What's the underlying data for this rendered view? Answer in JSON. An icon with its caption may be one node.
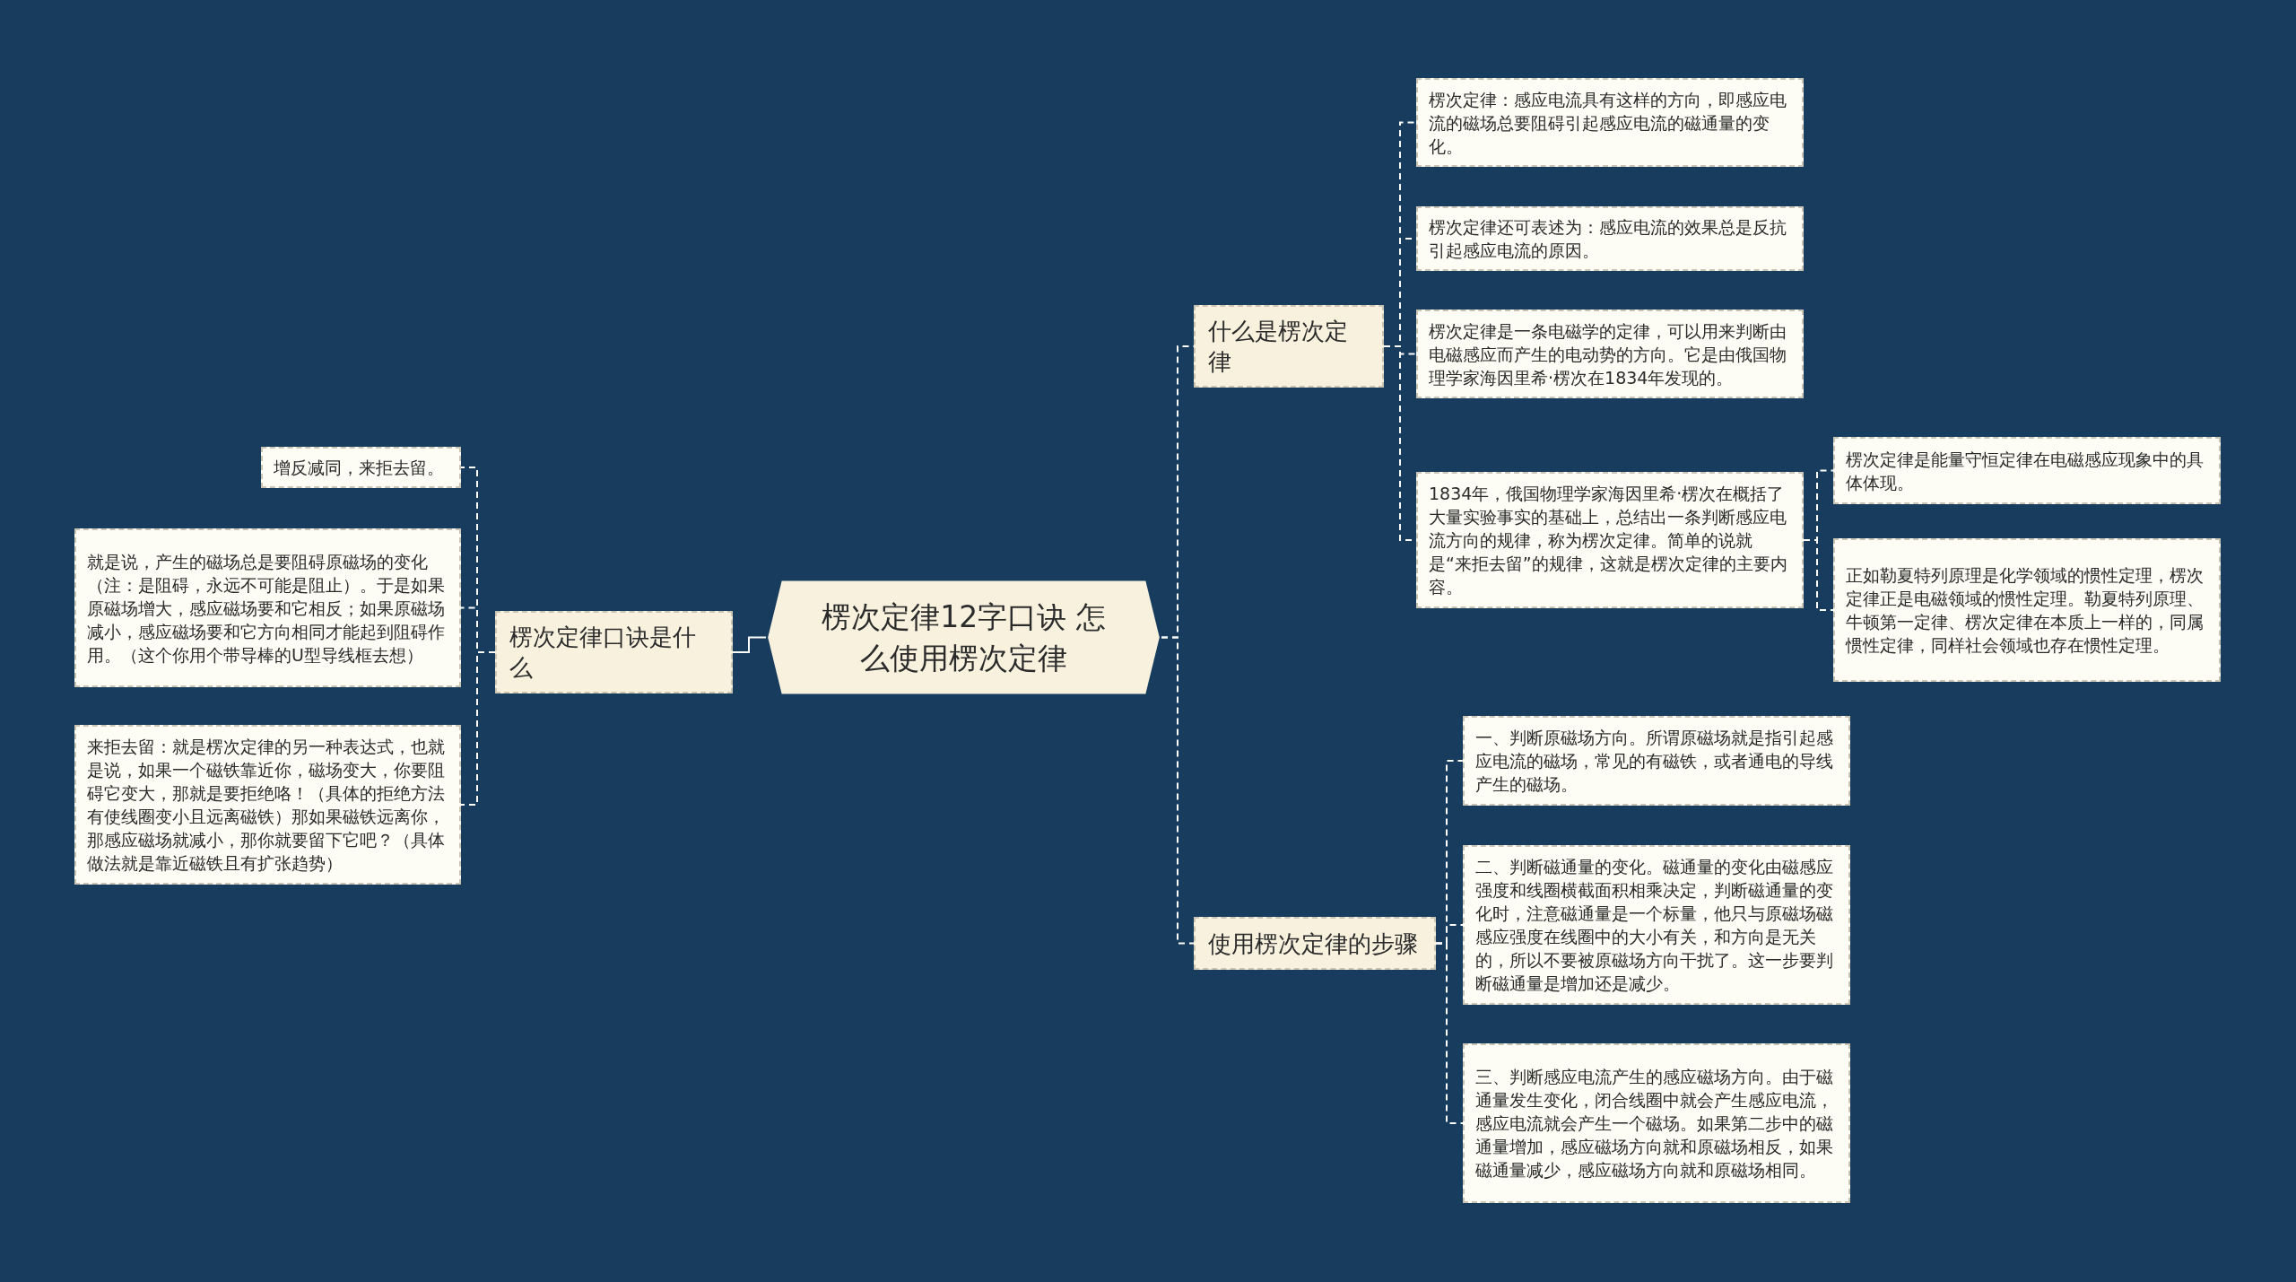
{
  "diagram": {
    "nodes": [
      {
        "text": [
          "楞次定律12字口诀 怎么使用楞次定律"
        ]
      },
      {
        "text": [
          "什么是楞次定律"
        ]
      },
      {
        "text": [
          "使用楞次定律的步骤"
        ]
      },
      {
        "text": [
          "楞次定律口诀是什么"
        ]
      },
      {
        "text": [
          "楞次定律：感应电流具有这样的方向，即感应电流的磁场总要阻碍引起感应电流的磁通量的变化。"
        ]
      },
      {
        "text": [
          "楞次定律还可表述为：感应电流的效果总是反抗引起感应电流的原因。"
        ]
      },
      {
        "text": [
          "楞次定律是一条电磁学的定律，可以用来判断由电磁感应而产生的电动势的方向。它是由俄国物理学家海因里希·楞次在1834年发现的。"
        ]
      },
      {
        "text": [
          "1834年，俄国物理学家海因里希·楞次在概括了大量实验事实的基础上，总结出一条判断感应电流方向的规律，称为楞次定律。简单的说就是“来拒去留”的规律，这就是楞次定律的主要内容。"
        ]
      },
      {
        "text": [
          "楞次定律是能量守恒定律在电磁感应现象中的具体体现。"
        ]
      },
      {
        "text": [
          "正如勒夏特列原理是化学领域的惯性定理，楞次定律正是电磁领域的惯性定理。勒夏特列原理、牛顿第一定律、楞次定律在本质上一样的，同属惯性定律，同样社会领域也存在惯性定理。"
        ]
      },
      {
        "text": [
          "一、判断原磁场方向。所谓原磁场就是指引起感应电流的磁场，常见的有磁铁，或者通电的导线产生的磁场。"
        ]
      },
      {
        "text": [
          "二、判断磁通量的变化。磁通量的变化由磁感应强度和线圈横截面积相乘决定，判断磁通量的变化时，注意磁通量是一个标量，他只与原磁场磁感应强度在线圈中的大小有关，和方向是无关的，所以不要被原磁场方向干扰了。这一步要判断磁通量是增加还是减少。"
        ]
      },
      {
        "text": [
          "三、判断感应电流产生的感应磁场方向。由于磁通量发生变化，闭合线圈中就会产生感应电流，感应电流就会产生一个磁场。如果第二步中的磁通量增加，感应磁场方向就和原磁场相反，如果磁通量减少，感应磁场方向就和原磁场相同。"
        ]
      },
      {
        "text": [
          "增反减同，来拒去留。"
        ]
      },
      {
        "text": [
          "就是说，产生的磁场总是要阻碍原磁场的变化（注：是阻碍，永远不可能是阻止）。于是如果原磁场增大，感应磁场要和它相反；如果原磁场减小，感应磁场要和它方向相同才能起到阻碍作用。（这个你用个带导棒的U型导线框去想）"
        ]
      },
      {
        "text": [
          "来拒去留：就是楞次定律的另一种表达式，也就是说，如果一个磁铁靠近你，磁场变大，你要阻碍它变大，那就是要拒绝咯！（具体的拒绝方法有使线圈变小且远离磁铁）那如果磁铁远离你，那感应磁场就减小，那你就要留下它吧？（具体做法就是靠近磁铁且有扩张趋势）"
        ]
      }
    ],
    "edges": [
      {
        "from": 0,
        "to": 1,
        "arrow": "none",
        "style": "dashed"
      },
      {
        "from": 0,
        "to": 2,
        "arrow": "none",
        "style": "dashed"
      },
      {
        "from": 0,
        "to": 3,
        "arrow": "none"
      },
      {
        "from": 1,
        "to": 4,
        "arrow": "none",
        "style": "dashed"
      },
      {
        "from": 1,
        "to": 5,
        "arrow": "none",
        "style": "dashed"
      },
      {
        "from": 1,
        "to": 6,
        "arrow": "none",
        "style": "dashed"
      },
      {
        "from": 1,
        "to": 7,
        "arrow": "none",
        "style": "dashed"
      },
      {
        "from": 7,
        "to": 8,
        "arrow": "none",
        "style": "dashed"
      },
      {
        "from": 7,
        "to": 9,
        "arrow": "none",
        "style": "dashed"
      },
      {
        "from": 2,
        "to": 10,
        "arrow": "none",
        "style": "dashed"
      },
      {
        "from": 2,
        "to": 11,
        "arrow": "none",
        "style": "dashed"
      },
      {
        "from": 2,
        "to": 12,
        "arrow": "none",
        "style": "dashed"
      },
      {
        "from": 3,
        "to": 13,
        "arrow": "none",
        "style": "dashed"
      },
      {
        "from": 3,
        "to": 14,
        "arrow": "none",
        "style": "dashed"
      },
      {
        "from": 3,
        "to": 15,
        "arrow": "none",
        "style": "dashed"
      }
    ]
  }
}
